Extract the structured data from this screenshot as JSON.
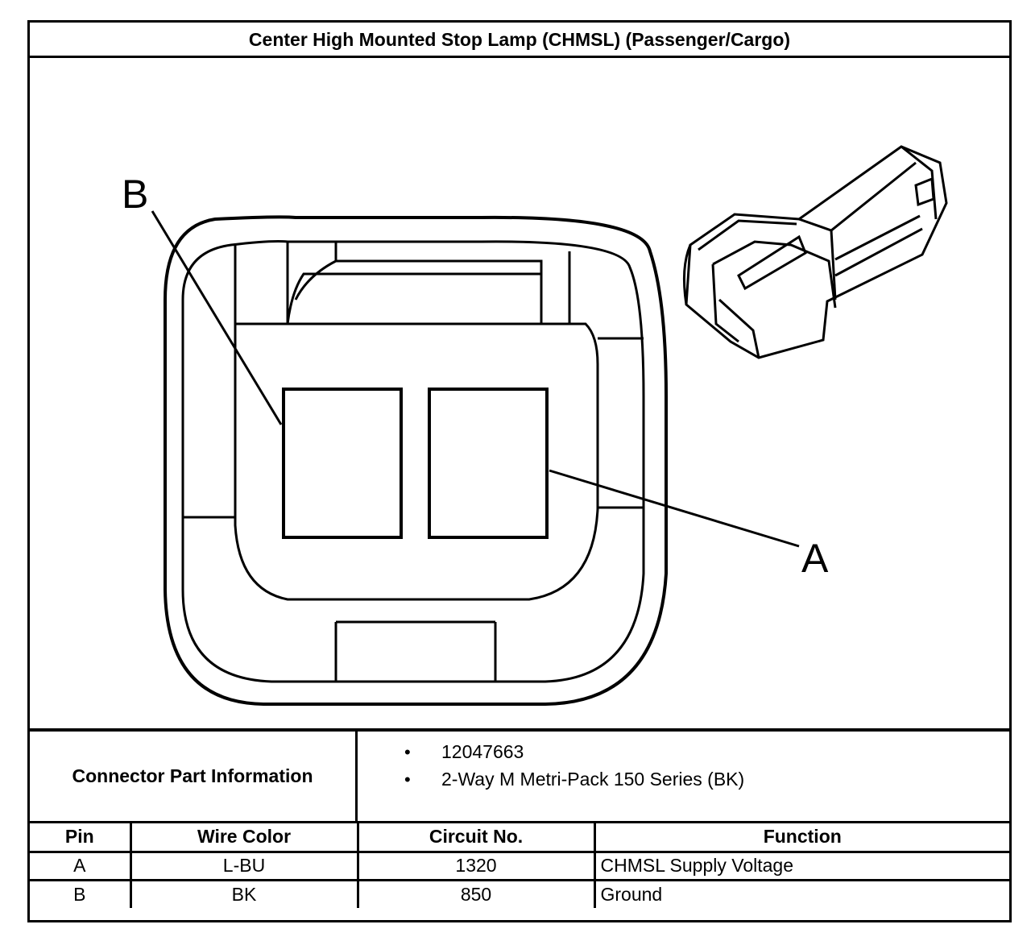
{
  "title": "Center High Mounted Stop Lamp (CHMSL) (Passenger/Cargo)",
  "diagram": {
    "pin_labels": [
      "B",
      "A"
    ]
  },
  "connector_info": {
    "label": "Connector Part Information",
    "items": [
      "12047663",
      "2-Way M Metri-Pack 150 Series (BK)"
    ]
  },
  "table": {
    "headers": [
      "Pin",
      "Wire Color",
      "Circuit No.",
      "Function"
    ],
    "rows": [
      [
        "A",
        "L-BU",
        "1320",
        "CHMSL Supply Voltage"
      ],
      [
        "B",
        "BK",
        "850",
        "Ground"
      ]
    ]
  }
}
